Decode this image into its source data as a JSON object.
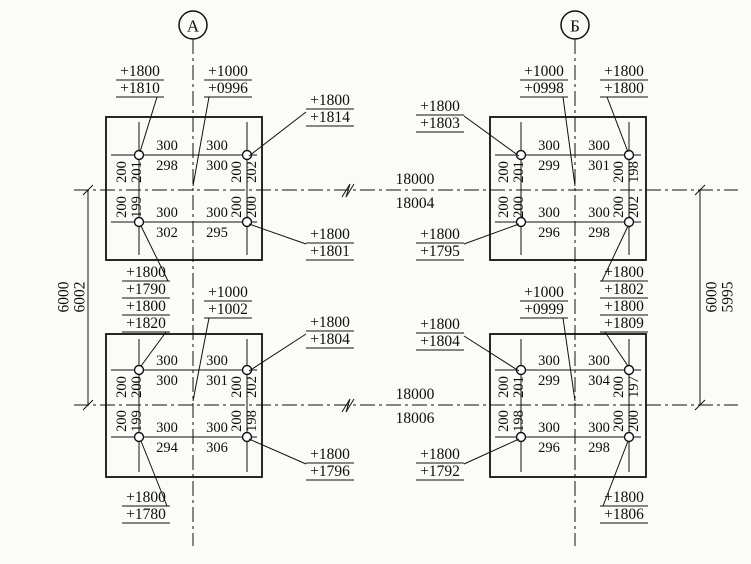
{
  "axis_markers": {
    "left": "А",
    "right": "Б"
  },
  "dimensions": {
    "top_span": {
      "design": "18000",
      "actual": "18004"
    },
    "bottom_span": {
      "design": "18000",
      "actual": "18006"
    },
    "left_span": {
      "design": "6000",
      "actual": "6002"
    },
    "right_span": {
      "design": "6000",
      "actual": "5995"
    }
  },
  "squares": {
    "tl": {
      "top_design": [
        "300",
        "300"
      ],
      "top_actual": [
        "298",
        "300"
      ],
      "bottom_design": [
        "300",
        "300"
      ],
      "bottom_actual": [
        "302",
        "295"
      ],
      "left_design": [
        "200",
        "200"
      ],
      "left_actual": [
        "201",
        "199"
      ],
      "right_design": [
        "200",
        "200"
      ],
      "right_actual": [
        "202",
        "200"
      ],
      "callouts": {
        "corner_tl": {
          "design": "+1800",
          "actual": "+1810"
        },
        "center": {
          "design": "+1000",
          "actual": "+0996"
        },
        "corner_tr": {
          "design": "+1800",
          "actual": "+1814"
        },
        "corner_br": {
          "design": "+1800",
          "actual": "+1801"
        },
        "corner_bl": {
          "design": "+1800",
          "actual": "+1790"
        }
      }
    },
    "tr": {
      "top_design": [
        "300",
        "300"
      ],
      "top_actual": [
        "299",
        "301"
      ],
      "bottom_design": [
        "300",
        "300"
      ],
      "bottom_actual": [
        "296",
        "298"
      ],
      "left_design": [
        "200",
        "200"
      ],
      "left_actual": [
        "201",
        "200"
      ],
      "right_design": [
        "200",
        "200"
      ],
      "right_actual": [
        "198",
        "202"
      ],
      "callouts": {
        "corner_tl": {
          "design": "+1800",
          "actual": "+1803"
        },
        "center": {
          "design": "+1000",
          "actual": "+0998"
        },
        "corner_tr": {
          "design": "+1800",
          "actual": "+1800"
        },
        "corner_br": {
          "design": "+1800",
          "actual": "+1802"
        },
        "corner_bl": {
          "design": "+1800",
          "actual": "+1795"
        }
      }
    },
    "bl": {
      "top_design": [
        "300",
        "300"
      ],
      "top_actual": [
        "300",
        "301"
      ],
      "bottom_design": [
        "300",
        "300"
      ],
      "bottom_actual": [
        "294",
        "306"
      ],
      "left_design": [
        "200",
        "200"
      ],
      "left_actual": [
        "200",
        "199"
      ],
      "right_design": [
        "200",
        "200"
      ],
      "right_actual": [
        "202",
        "198"
      ],
      "callouts": {
        "corner_tl": {
          "design": "+1800",
          "actual": "+1820"
        },
        "center": {
          "design": "+1000",
          "actual": "+1002"
        },
        "corner_tr": {
          "design": "+1800",
          "actual": "+1804"
        },
        "corner_br": {
          "design": "+1800",
          "actual": "+1796"
        },
        "corner_bl": {
          "design": "+1800",
          "actual": "+1780"
        }
      }
    },
    "br": {
      "top_design": [
        "300",
        "300"
      ],
      "top_actual": [
        "299",
        "304"
      ],
      "bottom_design": [
        "300",
        "300"
      ],
      "bottom_actual": [
        "296",
        "298"
      ],
      "left_design": [
        "200",
        "200"
      ],
      "left_actual": [
        "201",
        "198"
      ],
      "right_design": [
        "200",
        "200"
      ],
      "right_actual": [
        "197",
        "200"
      ],
      "callouts": {
        "corner_tl": {
          "design": "+1800",
          "actual": "+1804"
        },
        "center": {
          "design": "+1000",
          "actual": "+0999"
        },
        "corner_tr": {
          "design": "+1800",
          "actual": "+1809"
        },
        "corner_br": {
          "design": "+1800",
          "actual": "+1806"
        },
        "corner_bl": {
          "design": "+1800",
          "actual": "+1792"
        }
      }
    }
  }
}
